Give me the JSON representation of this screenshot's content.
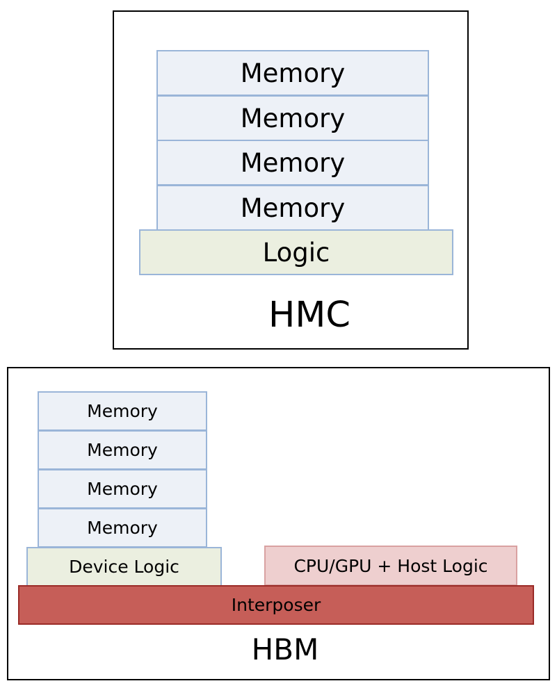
{
  "hmc": {
    "memory_layers": [
      "Memory",
      "Memory",
      "Memory",
      "Memory"
    ],
    "logic_label": "Logic",
    "caption": "HMC"
  },
  "hbm": {
    "memory_layers": [
      "Memory",
      "Memory",
      "Memory",
      "Memory"
    ],
    "device_logic_label": "Device Logic",
    "host_logic_label": "CPU/GPU + Host Logic",
    "interposer_label": "Interposer",
    "caption": "HBM"
  },
  "colors": {
    "memory_fill": "#edf1f7",
    "memory_border": "#9ab5d8",
    "logic_fill": "#ebefe0",
    "host_logic_fill": "#eecfcf",
    "interposer_fill": "#c65e58"
  }
}
